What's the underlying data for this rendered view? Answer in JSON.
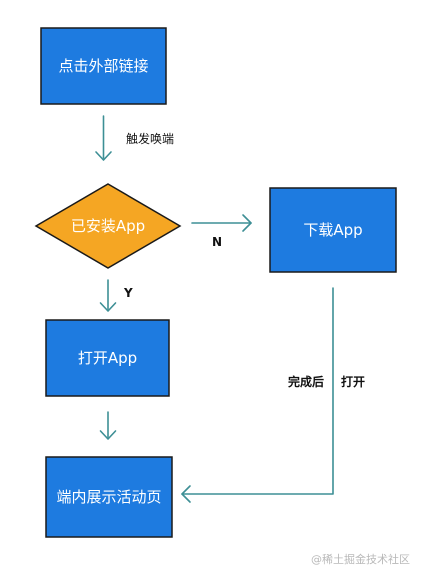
{
  "colors": {
    "box_fill": "#1e7be0",
    "box_stroke": "#1a1a1a",
    "decision_fill": "#f5a623",
    "arrow": "#3d8f95",
    "label_text": "#111111",
    "watermark": "#b9b9b9"
  },
  "nodes": {
    "click_link": "点击外部链接",
    "installed": "已安装App",
    "download": "下载App",
    "open_app": "打开App",
    "show_page": "端内展示活动页"
  },
  "edges": {
    "trigger_label": "触发唤端",
    "no_label": "N",
    "yes_label": "Y",
    "complete_label": "完成后",
    "open_label": "打开"
  },
  "watermark": "@稀土掘金技术社区"
}
